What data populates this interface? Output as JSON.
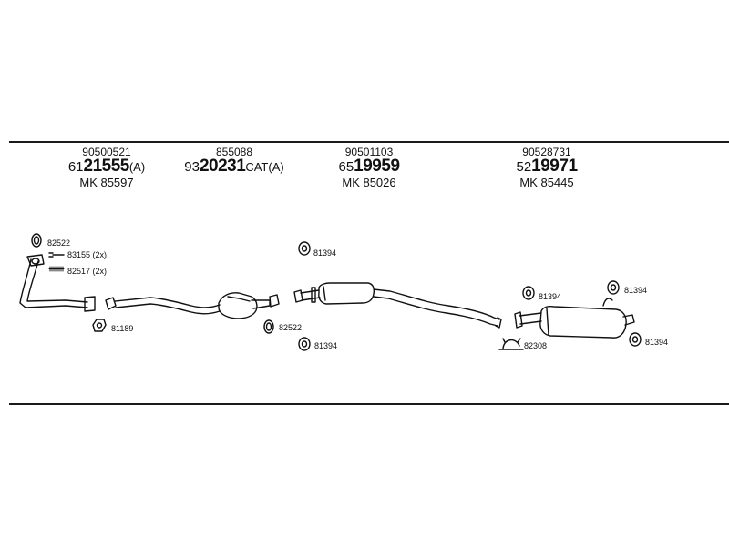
{
  "header_columns": [
    {
      "oe": "90500521",
      "prefix": "61",
      "number": "21555",
      "suffix": "(A)",
      "mk": "MK 85597"
    },
    {
      "oe": "855088",
      "prefix": "93",
      "number": "20231",
      "suffix": "CAT(A)",
      "mk": ""
    },
    {
      "oe": "90501103",
      "prefix": "65",
      "number": "19959",
      "suffix": "",
      "mk": "MK 85026"
    },
    {
      "oe": "90528731",
      "prefix": "52",
      "number": "19971",
      "suffix": "",
      "mk": "MK 85445"
    }
  ],
  "labels": {
    "l1": "82522",
    "l2": "83155 (2x)",
    "l3": "82517 (2x)",
    "l4": "81189",
    "l5": "81394",
    "l6": "82522",
    "l7": "81394",
    "l8": "81394",
    "l9": "81394",
    "l10": "82308",
    "l11": "81394"
  }
}
